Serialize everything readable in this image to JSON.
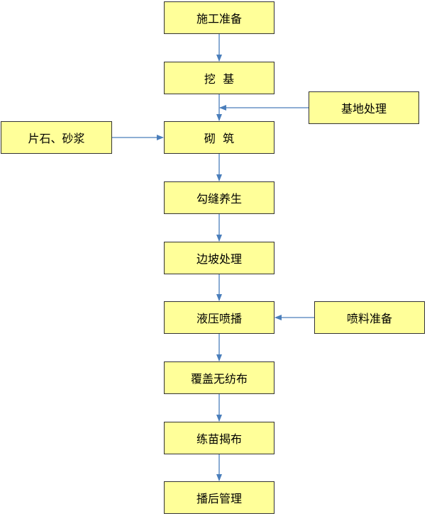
{
  "colors": {
    "box_fill": "#ffff99",
    "box_border": "#333333",
    "arrow": "#4a7ebb"
  },
  "main_flow": [
    {
      "label": "施工准备"
    },
    {
      "label": "挖  基"
    },
    {
      "label": "砌  筑"
    },
    {
      "label": "勾缝养生"
    },
    {
      "label": "边坡处理"
    },
    {
      "label": "液压喷播"
    },
    {
      "label": "覆盖无纺布"
    },
    {
      "label": "练苗揭布"
    },
    {
      "label": "播后管理"
    }
  ],
  "side_inputs": {
    "stone_mortar": {
      "label": "片石、砂浆",
      "target": "砌  筑"
    },
    "foundation_treatment": {
      "label": "基地处理",
      "target": "挖  基 → 砌  筑"
    },
    "spray_material_prep": {
      "label": "喷料准备",
      "target": "液压喷播"
    }
  }
}
